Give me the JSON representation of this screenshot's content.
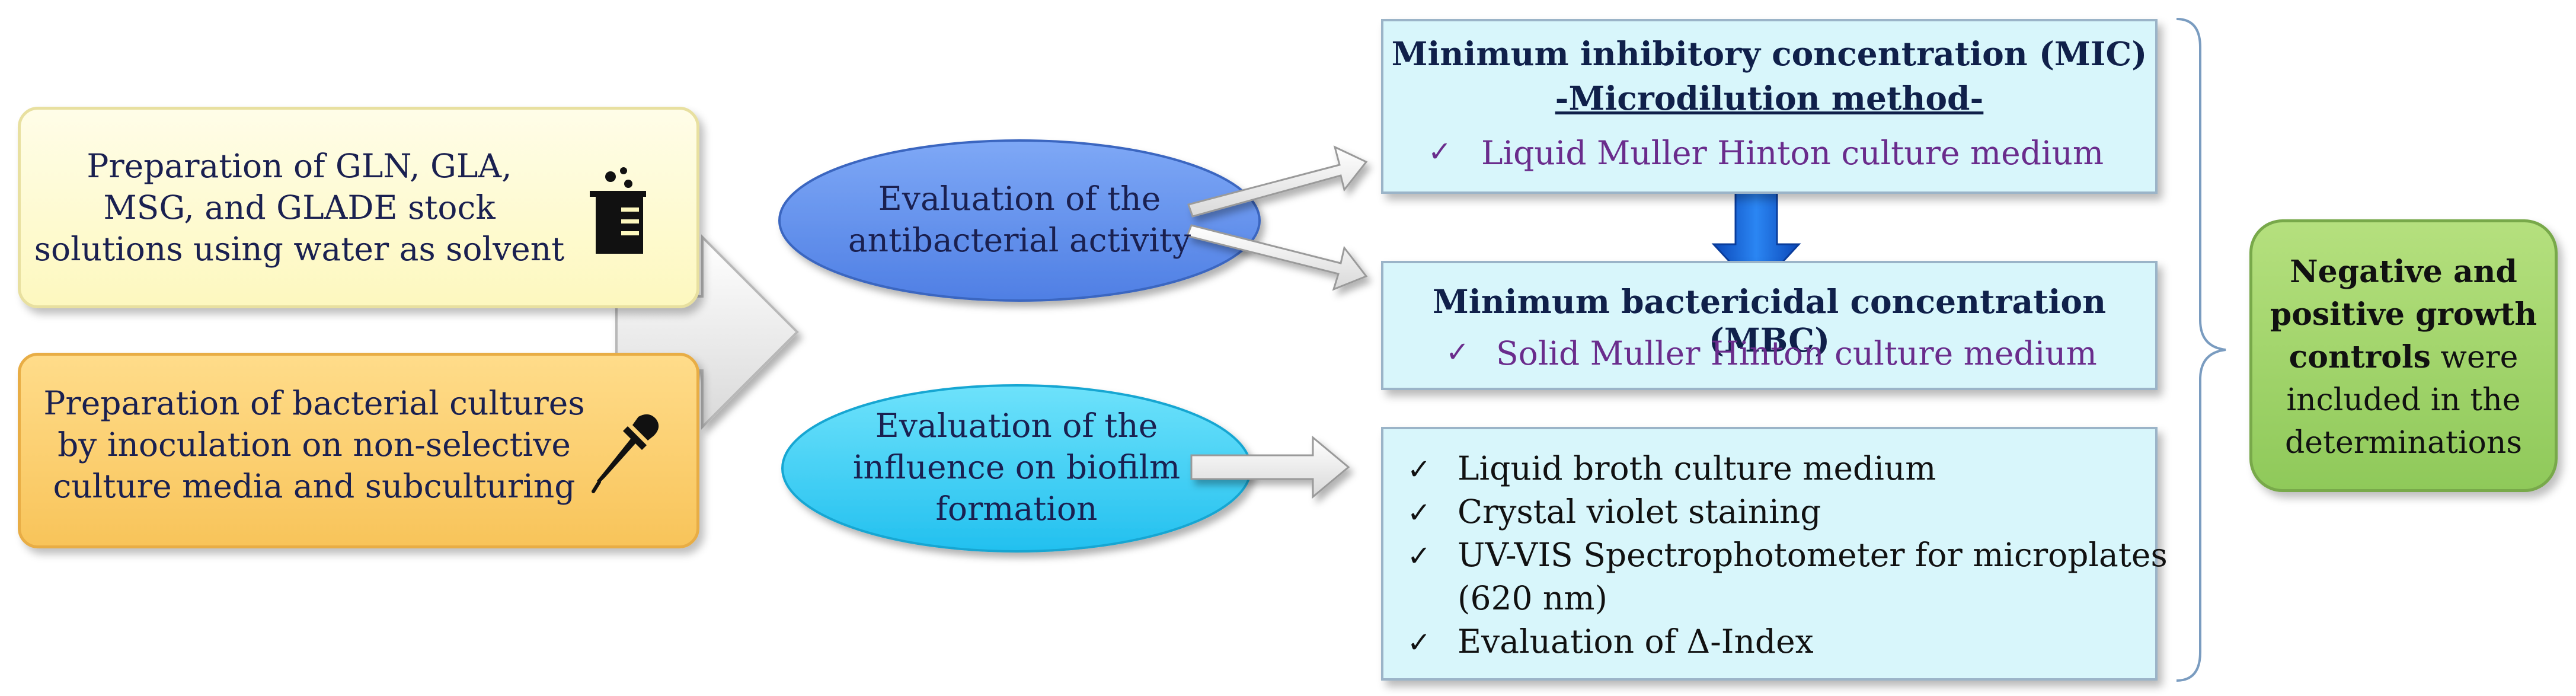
{
  "left": {
    "stock_solutions": "Preparation of GLN, GLA, MSG, and GLADE stock solutions using water as solvent",
    "stock_lines": [
      "Preparation of GLN, GLA,",
      "MSG, and GLADE stock",
      "solutions using water as solvent"
    ],
    "cultures": "Preparation of bacterial cultures by inoculation on non-selective culture media and subculturing",
    "culture_lines": [
      "Preparation of bacterial cultures",
      "by inoculation on non-selective",
      "culture media and subculturing"
    ],
    "stock_icon": "beaker-icon",
    "culture_icon": "dropper-icon"
  },
  "middle": {
    "antibacterial_lines": [
      "Evaluation of the",
      "antibacterial activity"
    ],
    "biofilm_lines": [
      "Evaluation of the",
      "influence on biofilm",
      "formation"
    ]
  },
  "mic": {
    "title": "Minimum inhibitory concentration (MIC)",
    "method": "-Microdilution method-",
    "item": "Liquid Muller Hinton culture medium"
  },
  "mbc": {
    "title": "Minimum bactericidal concentration (MBC)",
    "item": "Solid Muller Hinton culture medium"
  },
  "biofilm_items": [
    "Liquid broth culture medium",
    "Crystal violet staining",
    "UV-VIS Spectrophotometer for microplates",
    "(620 nm)",
    "Evaluation of Δ-Index"
  ],
  "controls": {
    "bold_lines": [
      "Negative and",
      "positive growth",
      "controls"
    ],
    "rest_after_bold": " were",
    "rest_lines": [
      "included in the",
      "determinations"
    ]
  },
  "check_symbol": "✓",
  "colors": {
    "yellow_box": "#fdf8bf",
    "orange_box": "#f8c45a",
    "ellipse_blue": "#5c8ff0",
    "ellipse_cyan": "#3fd0f5",
    "panel_fill": "#d8f6fb",
    "green_box": "#8fc95a",
    "item_purple": "#6a2c8c",
    "title_navy": "#10204a",
    "down_arrow": "#1560d8"
  }
}
